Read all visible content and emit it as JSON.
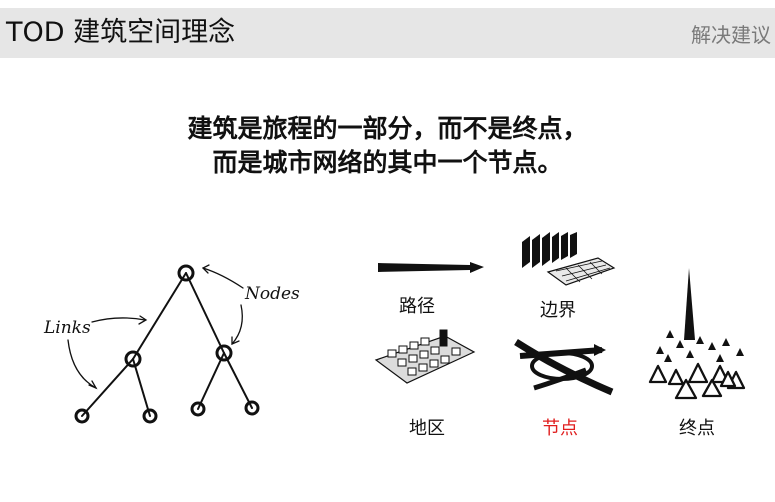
{
  "header": {
    "title": "TOD  建筑空间理念",
    "section": "解决建议",
    "colors": {
      "background": "#e6e6e6",
      "section_text": "#7a7a7a"
    }
  },
  "headline": {
    "line1": "建筑是旅程的一部分，而不是终点，",
    "line2": "而是城市网络的其中一个节点。"
  },
  "network_diagram": {
    "links_label": "Links",
    "nodes_label": "Nodes"
  },
  "concept_icons": [
    {
      "label": "路径",
      "icon": "path-icon",
      "highlighted": false
    },
    {
      "label": "边界",
      "icon": "edge-icon",
      "highlighted": false
    },
    {
      "label": "地区",
      "icon": "district-icon",
      "highlighted": false
    },
    {
      "label": "节点",
      "icon": "node-icon",
      "highlighted": true,
      "color": "#e01e1e"
    },
    {
      "label": "终点",
      "icon": "landmark-icon",
      "highlighted": false
    }
  ]
}
